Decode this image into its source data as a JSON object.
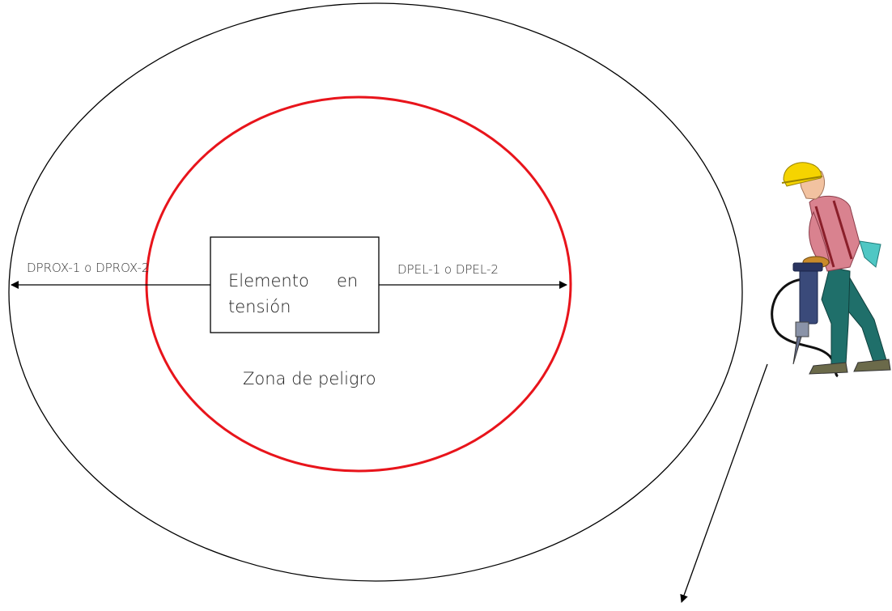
{
  "diagram": {
    "element_box_line1": "Elemento",
    "element_box_line1_word2": "en",
    "element_box_line2": "tensión",
    "danger_zone_label": "Zona de peligro",
    "dprox_label": "DPROX-1 o DPROX-2",
    "dpel_label": "DPEL-1 o DPEL-2"
  },
  "colors": {
    "outer_ellipse": "#000000",
    "inner_ellipse": "#e8141b",
    "worker_helmet": "#f5d400",
    "worker_shirt": "#d9828f",
    "worker_pants": "#1f6f6a",
    "worker_skin": "#f2c2a0",
    "jackhammer": "#3a4a7a"
  },
  "icons": {
    "worker": "worker-with-jackhammer-icon"
  }
}
